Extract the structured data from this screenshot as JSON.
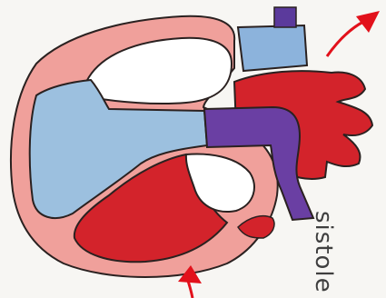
{
  "drawing": {
    "label": "sistole",
    "colors": {
      "paper": "#f7f6f3",
      "outline": "#2a2120",
      "muscle": "#f0a09b",
      "venous_blue": "#9cc0df",
      "venous_blue_dark": "#7aa3cf",
      "arterial_red": "#d3232b",
      "purple": "#6a3fa3",
      "arrow_red": "#e2111b"
    },
    "icons": [
      "arrow-up-right",
      "arrow-up"
    ]
  }
}
